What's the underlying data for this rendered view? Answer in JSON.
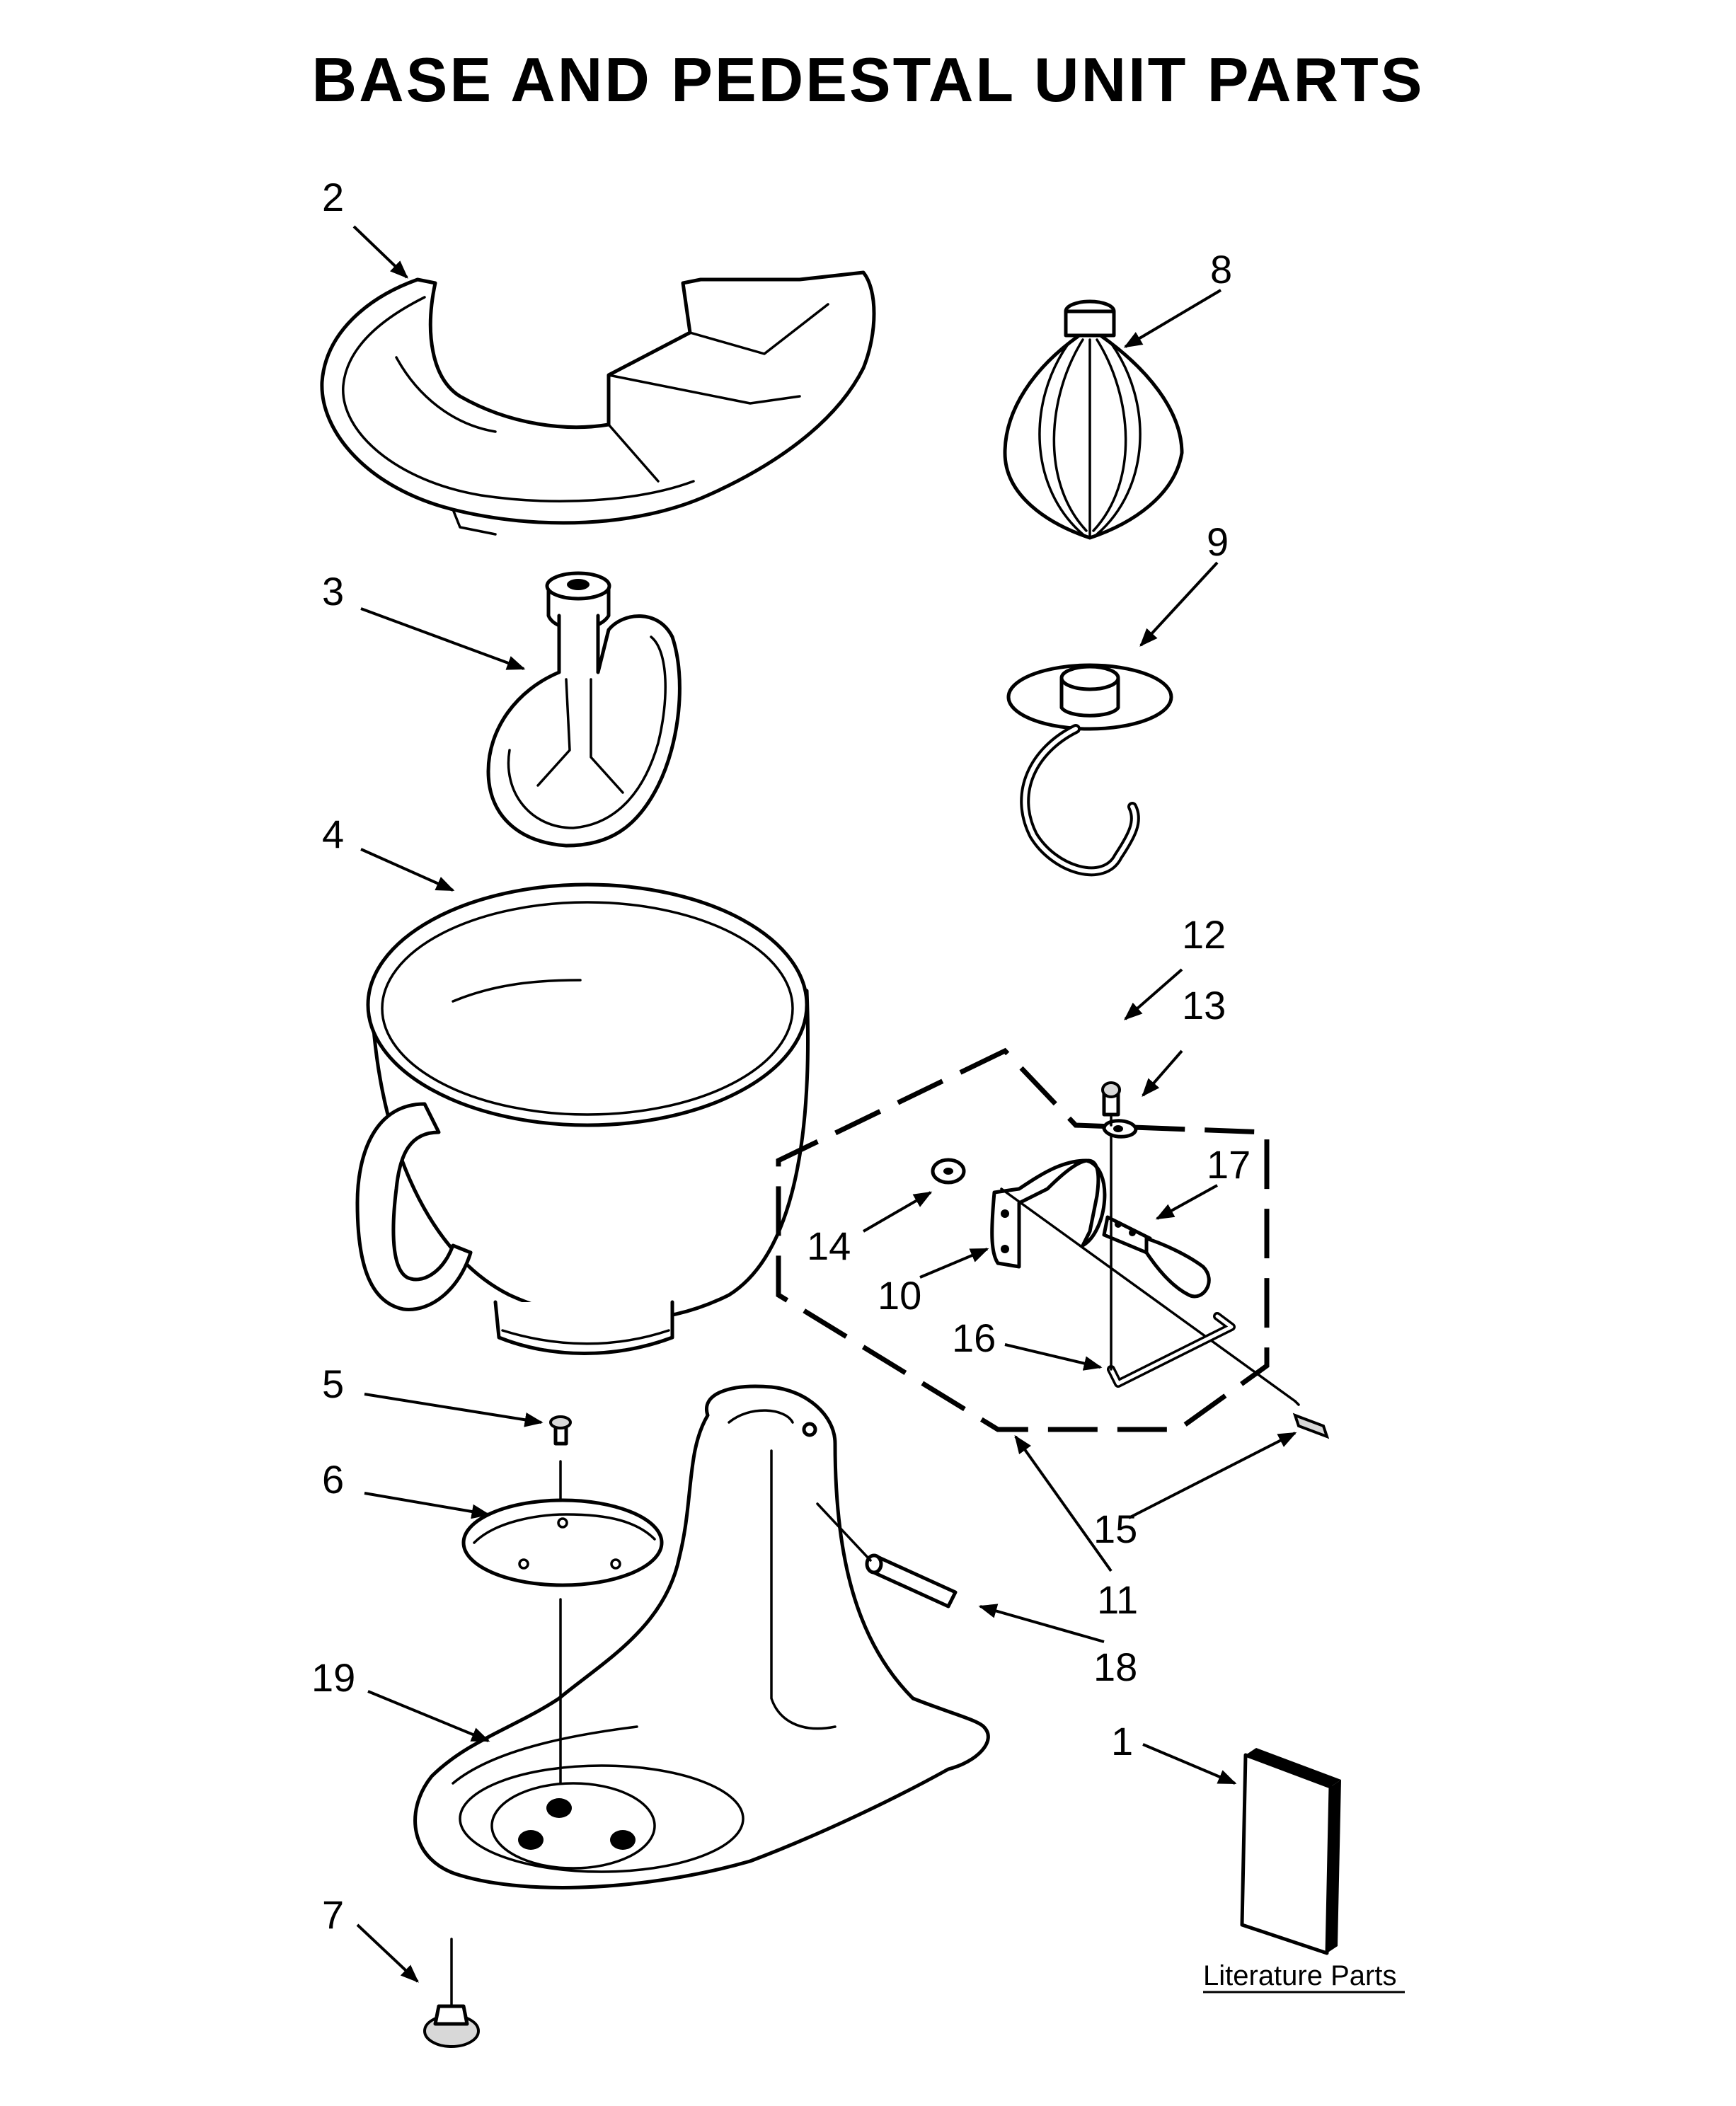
{
  "title": "BASE AND PEDESTAL UNIT PARTS",
  "literature_label": "Literature Parts",
  "callouts": {
    "c1": "1",
    "c2": "2",
    "c3": "3",
    "c4": "4",
    "c5": "5",
    "c6": "6",
    "c7": "7",
    "c8": "8",
    "c9": "9",
    "c10": "10",
    "c11": "11",
    "c12": "12",
    "c13": "13",
    "c14": "14",
    "c15": "15",
    "c16": "16",
    "c17": "17",
    "c18": "18",
    "c19": "19"
  }
}
